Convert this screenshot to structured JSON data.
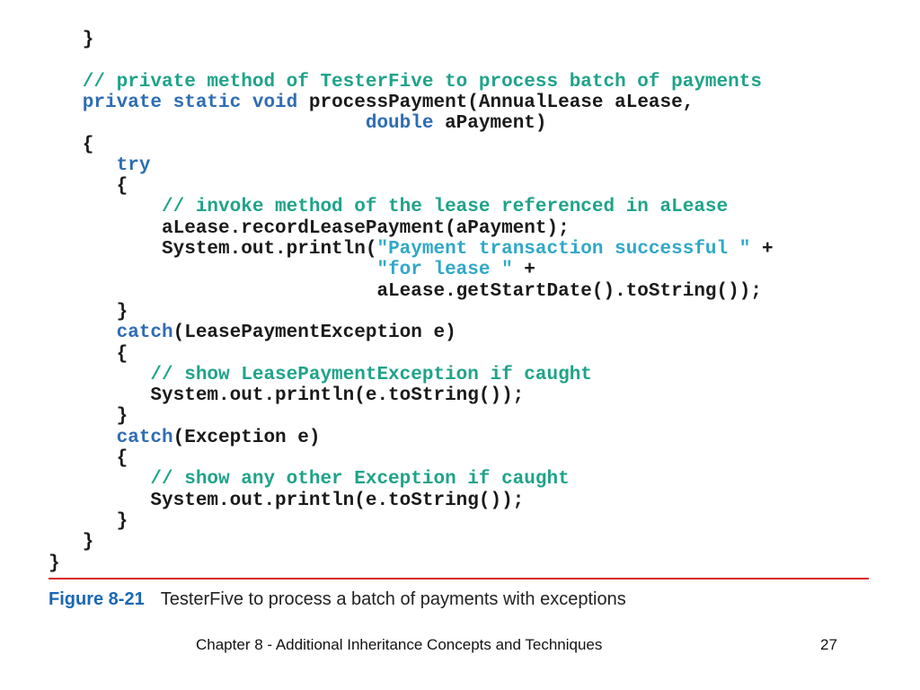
{
  "code": {
    "lines": [
      [
        {
          "t": "   }",
          "c": "normal"
        }
      ],
      [],
      [
        {
          "t": "   // private method of TesterFive to process batch of payments",
          "c": "comment"
        }
      ],
      [
        {
          "t": "   private static void ",
          "c": "keyword"
        },
        {
          "t": "processPayment(AnnualLease aLease,",
          "c": "normal"
        }
      ],
      [
        {
          "t": "                            double ",
          "c": "keyword"
        },
        {
          "t": "aPayment)",
          "c": "normal"
        }
      ],
      [
        {
          "t": "   {",
          "c": "normal"
        }
      ],
      [
        {
          "t": "      try",
          "c": "keyword"
        }
      ],
      [
        {
          "t": "      {",
          "c": "normal"
        }
      ],
      [
        {
          "t": "          // invoke method of the lease referenced in aLease",
          "c": "comment"
        }
      ],
      [
        {
          "t": "          aLease.recordLeasePayment(aPayment);",
          "c": "normal"
        }
      ],
      [
        {
          "t": "          System.out.println(",
          "c": "normal"
        },
        {
          "t": "\"Payment transaction successful \"",
          "c": "string"
        },
        {
          "t": " +",
          "c": "normal"
        }
      ],
      [
        {
          "t": "                             ",
          "c": "normal"
        },
        {
          "t": "\"for lease \"",
          "c": "string"
        },
        {
          "t": " +",
          "c": "normal"
        }
      ],
      [
        {
          "t": "                             aLease.getStartDate().toString());",
          "c": "normal"
        }
      ],
      [
        {
          "t": "      }",
          "c": "normal"
        }
      ],
      [
        {
          "t": "      catch",
          "c": "keyword"
        },
        {
          "t": "(LeasePaymentException e)",
          "c": "normal"
        }
      ],
      [
        {
          "t": "      {",
          "c": "normal"
        }
      ],
      [
        {
          "t": "         // show LeasePaymentException if caught",
          "c": "comment"
        }
      ],
      [
        {
          "t": "         System.out.println(e.toString());",
          "c": "normal"
        }
      ],
      [
        {
          "t": "      }",
          "c": "normal"
        }
      ],
      [
        {
          "t": "      catch",
          "c": "keyword"
        },
        {
          "t": "(Exception e)",
          "c": "normal"
        }
      ],
      [
        {
          "t": "      {",
          "c": "normal"
        }
      ],
      [
        {
          "t": "         // show any other Exception if caught",
          "c": "comment"
        }
      ],
      [
        {
          "t": "         System.out.println(e.toString());",
          "c": "normal"
        }
      ],
      [
        {
          "t": "      }",
          "c": "normal"
        }
      ],
      [
        {
          "t": "   }",
          "c": "normal"
        }
      ],
      [
        {
          "t": "}",
          "c": "normal"
        }
      ]
    ]
  },
  "figure": {
    "label": "Figure 8-21",
    "caption": "TesterFive to process a batch of payments with exceptions"
  },
  "footer": {
    "text": "Chapter 8 - Additional Inheritance Concepts and Techniques",
    "page_number": "27"
  },
  "colors": {
    "keyword": "#2e6db4",
    "comment": "#1fa389",
    "string": "#30a8c8",
    "rule": "#d8252c",
    "figure_label": "#1b67b3"
  }
}
